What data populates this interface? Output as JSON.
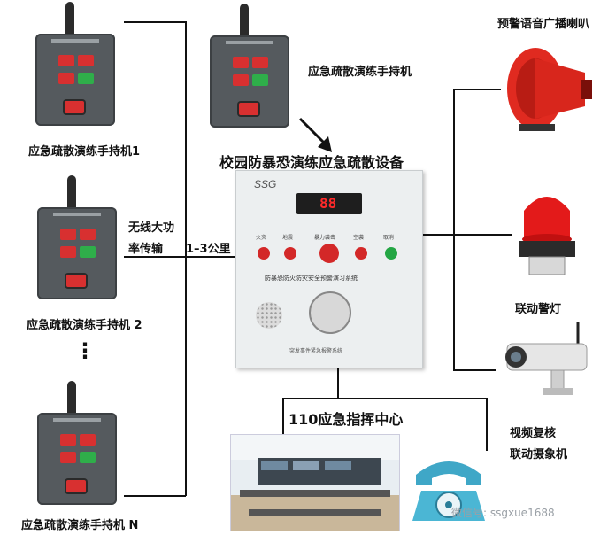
{
  "title": "校园防暴恐演练应急疏散设备",
  "handsets": [
    {
      "label": "应急疏散演练手持机1"
    },
    {
      "label": "应急疏散演练手持机 2"
    },
    {
      "label": "应急疏散演练手持机 N"
    }
  ],
  "top_handset_label": "应急疏散演练手持机",
  "ellipsis": "⋮",
  "wireless_label_1": "无线大功",
  "wireless_label_2": "率传输",
  "range_label": "1–3公里",
  "unit": {
    "brand": "SSG",
    "display": "88",
    "buttons": [
      "火灾",
      "地震",
      "暴力袭击",
      "空袭",
      "取消"
    ],
    "system_name": "防暴恐防火防灾安全预警演习系统",
    "footer": "突发事件紧急报警系统"
  },
  "speaker_label": "预警语音广播喇叭",
  "warning_light_label": "联动警灯",
  "camera_label_1": "视频复核",
  "camera_label_2": "联动摄象机",
  "command_center_label": "110应急指挥中心",
  "watermark": "微信号: ssgxue1688",
  "colors": {
    "button_red": "#d83030",
    "button_green": "#2fae4a",
    "display_digits": "#ff2a2a"
  }
}
